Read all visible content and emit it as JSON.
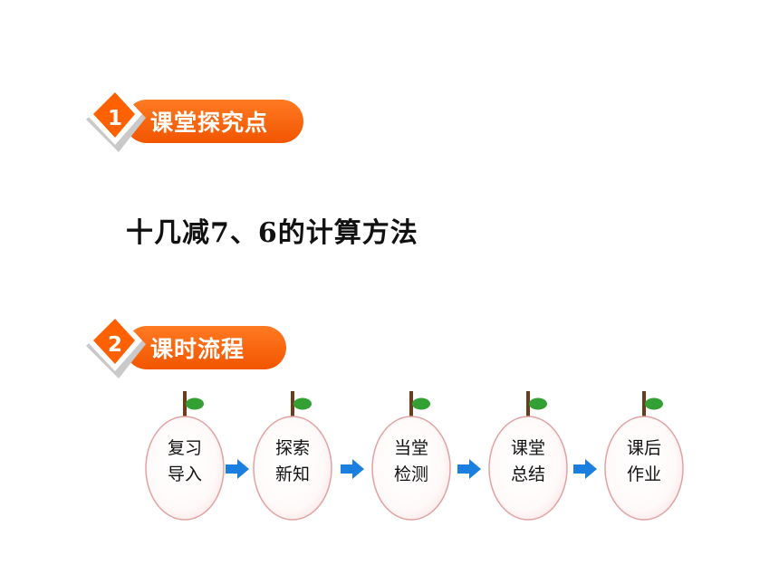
{
  "sections": [
    {
      "number": "1",
      "title": "课堂探究点"
    },
    {
      "number": "2",
      "title": "课时流程"
    }
  ],
  "topic": "十几减7、6的计算方法",
  "flow_steps": [
    {
      "line1": "复习",
      "line2": "导入"
    },
    {
      "line1": "探索",
      "line2": "新知"
    },
    {
      "line1": "当堂",
      "line2": "检测"
    },
    {
      "line1": "课堂",
      "line2": "总结"
    },
    {
      "line1": "课后",
      "line2": "作业"
    }
  ],
  "colors": {
    "accent": "#ff6a1a",
    "accent_dark": "#ee4a00",
    "leaf": "#33a033",
    "stem": "#6b3d1c",
    "fruit_border": "#e2a2a2",
    "arrow": "#1b7fe0"
  }
}
